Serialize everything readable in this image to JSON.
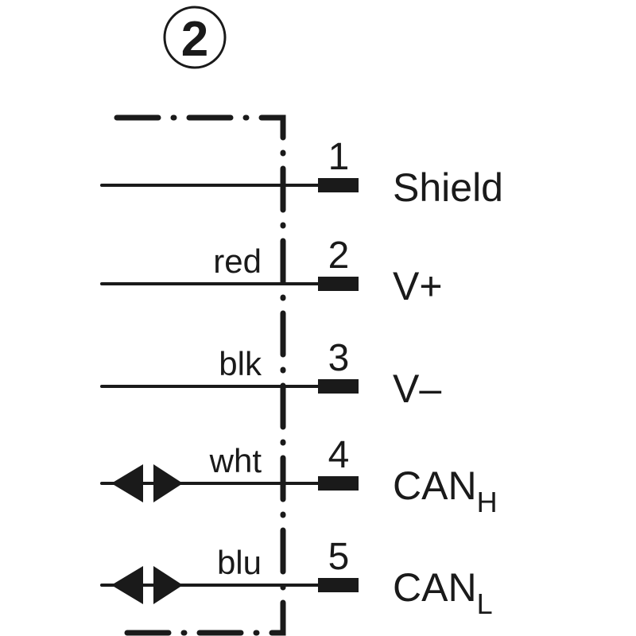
{
  "badge": "2",
  "pins": [
    {
      "number": "1",
      "wire": "",
      "signal": "Shield",
      "sub": "",
      "bidirectional": false
    },
    {
      "number": "2",
      "wire": "red",
      "signal": "V+",
      "sub": "",
      "bidirectional": false
    },
    {
      "number": "3",
      "wire": "blk",
      "signal": "V–",
      "sub": "",
      "bidirectional": false
    },
    {
      "number": "4",
      "wire": "wht",
      "signal": "CAN",
      "sub": "H",
      "bidirectional": true
    },
    {
      "number": "5",
      "wire": "blu",
      "signal": "CAN",
      "sub": "L",
      "bidirectional": true
    }
  ],
  "colors": {
    "ink": "#1a1a1a",
    "background": "#ffffff"
  }
}
